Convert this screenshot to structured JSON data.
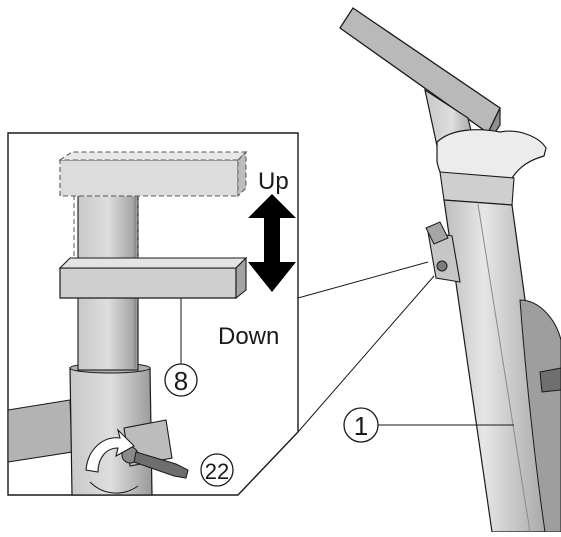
{
  "labels": {
    "up": "Up",
    "down": "Down"
  },
  "callouts": {
    "part_8": "8",
    "part_22": "22",
    "part_1": "1"
  },
  "colors": {
    "background": "#ffffff",
    "line": "#1a1a1a",
    "metal_light": "#d9d9d9",
    "metal_mid": "#bdbdbd",
    "metal_dark": "#8e8e8e",
    "arrow": "#000000"
  }
}
